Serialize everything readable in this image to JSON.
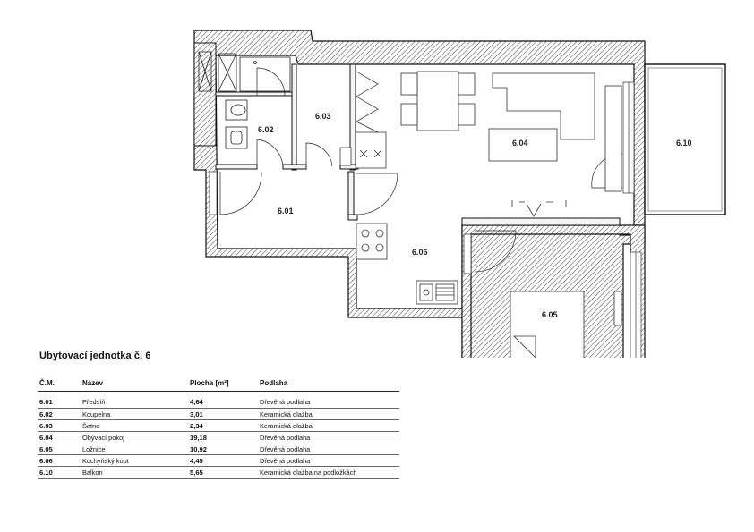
{
  "plan": {
    "rooms": [
      {
        "id": "6.01"
      },
      {
        "id": "6.02"
      },
      {
        "id": "6.03"
      },
      {
        "id": "6.04"
      },
      {
        "id": "6.05"
      },
      {
        "id": "6.06"
      },
      {
        "id": "6.10"
      }
    ]
  },
  "table": {
    "title": "Ubytovací jednotka č. 6",
    "headers": {
      "id": "Č.M.",
      "name": "Název",
      "area": "Plocha [m²]",
      "floor": "Podlaha"
    },
    "rows": [
      {
        "id": "6.01",
        "name": "Předsíň",
        "area": "4,64",
        "floor": "Dřevěná podlaha"
      },
      {
        "id": "6.02",
        "name": "Koupelna",
        "area": "3,01",
        "floor": "Keramická dlažba"
      },
      {
        "id": "6.03",
        "name": "Šatna",
        "area": "2,34",
        "floor": "Keramická dlažba"
      },
      {
        "id": "6.04",
        "name": "Obývací pokoj",
        "area": "19,18",
        "floor": "Dřevěná podlaha"
      },
      {
        "id": "6.05",
        "name": "Ložnice",
        "area": "10,92",
        "floor": "Dřevěná podlaha"
      },
      {
        "id": "6.06",
        "name": "Kuchyňský kout",
        "area": "4,45",
        "floor": "Dřevěná podlaha"
      },
      {
        "id": "6.10",
        "name": "Balkon",
        "area": "5,65",
        "floor": "Keramická dlažba na podložkách"
      }
    ]
  }
}
